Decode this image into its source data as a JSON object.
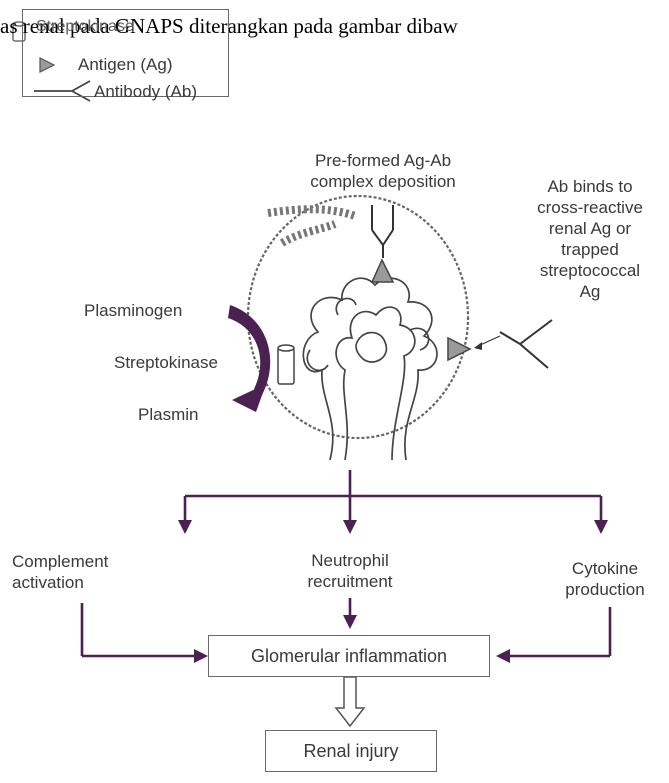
{
  "header": {
    "text": "as renal pada GNAPS diterangkan pada gambar dibaw"
  },
  "legend": {
    "items": [
      {
        "label": "Streptokinase",
        "icon": "streptokinase-cylinder-icon"
      },
      {
        "label": "Antigen (Ag)",
        "icon": "antigen-triangle-icon"
      },
      {
        "label": "Antibody (Ab)",
        "icon": "antibody-fork-icon"
      }
    ]
  },
  "diagram": {
    "preformed_label": [
      "Pre-formed Ag-Ab",
      "complex deposition"
    ],
    "ab_binds_label": [
      "Ab binds to",
      "cross-reactive",
      "renal Ag or",
      "trapped",
      "streptococcal",
      "Ag"
    ],
    "plasminogen": "Plasminogen",
    "streptokinase": "Streptokinase",
    "plasmin": "Plasmin",
    "complement": [
      "Complement",
      "activation"
    ],
    "neutrophil": [
      "Neutrophil",
      "recruitment"
    ],
    "cytokine": [
      "Cytokine",
      "production"
    ],
    "glomerular": "Glomerular inflammation",
    "renal_injury": "Renal injury"
  },
  "colors": {
    "accent": "#4a2150",
    "line": "#6a6a6a",
    "text": "#3a3a3a"
  }
}
